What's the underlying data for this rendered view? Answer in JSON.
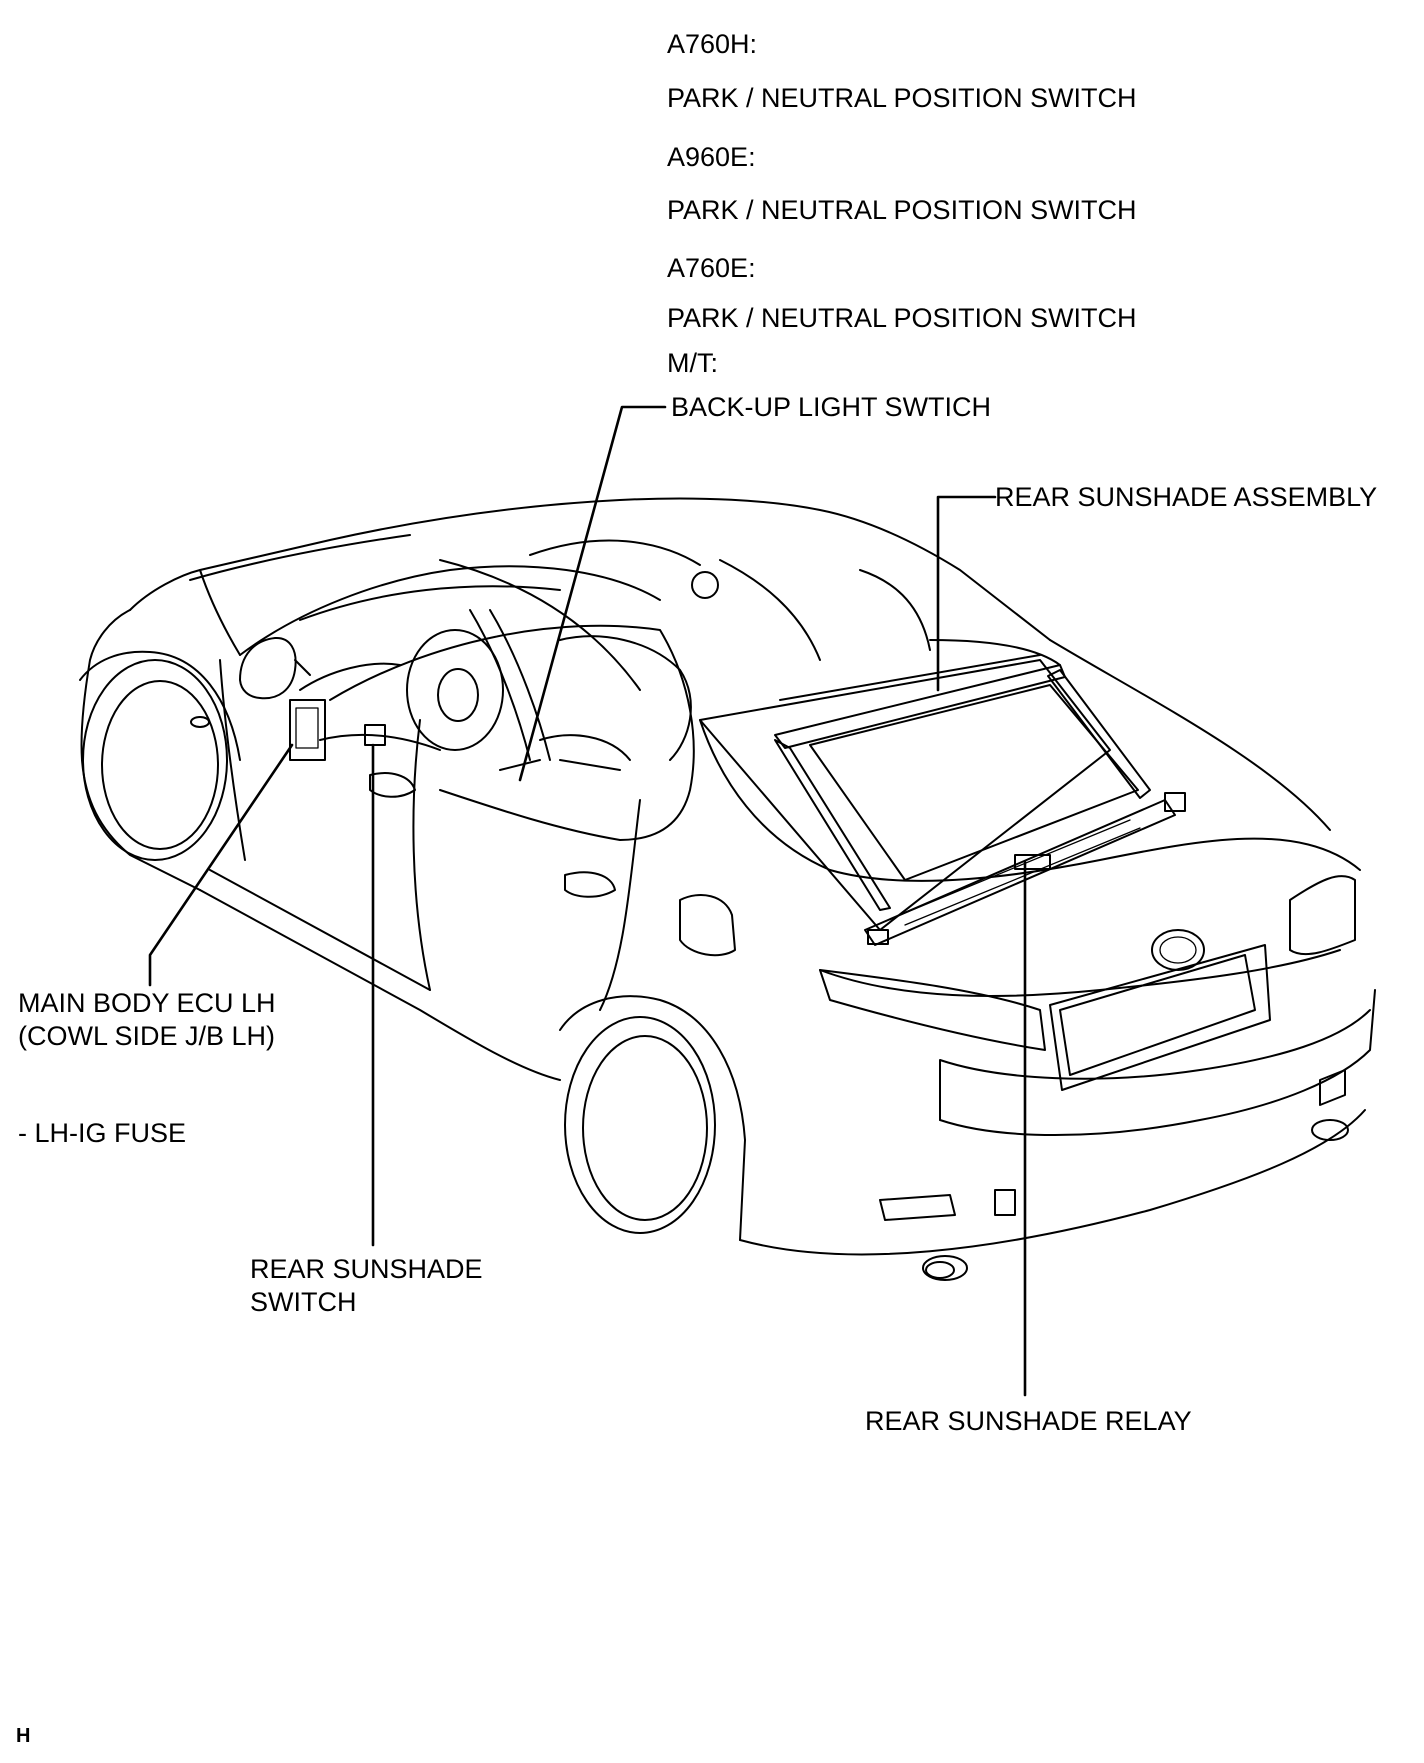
{
  "labels": {
    "a760h_model": "A760H:",
    "a760h_switch": "PARK / NEUTRAL POSITION SWITCH",
    "a960e_model": "A960E:",
    "a960e_switch": "PARK / NEUTRAL POSITION SWITCH",
    "a760e_model": "A760E:",
    "a760e_switch": "PARK / NEUTRAL POSITION SWITCH",
    "mt_model": "M/T:",
    "backup_switch": "BACK-UP LIGHT SWTICH",
    "rear_sunshade_assembly": "REAR SUNSHADE ASSEMBLY",
    "main_body_ecu_line1": "MAIN BODY ECU LH",
    "main_body_ecu_line2": "(COWL SIDE J/B LH)",
    "lh_ig_fuse": "- LH-IG FUSE",
    "rear_sunshade_switch_line1": "REAR SUNSHADE",
    "rear_sunshade_switch_line2": "SWITCH",
    "rear_sunshade_relay": "REAR SUNSHADE RELAY"
  },
  "footer": {
    "code": "H"
  }
}
